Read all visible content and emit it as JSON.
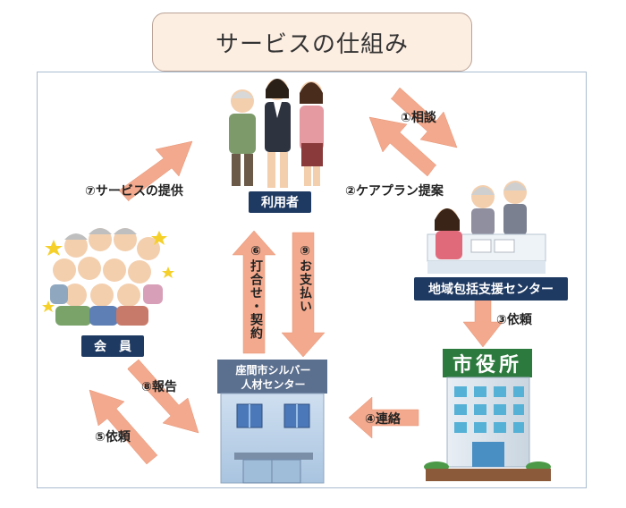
{
  "title": "サービスの仕組み",
  "nodes": {
    "user": "利用者",
    "center": "地域包括支援センター",
    "cityhall": "市役所",
    "member": "会　員",
    "silver_line1": "座間市シルバー",
    "silver_line2": "人材センター"
  },
  "arrows": {
    "a1": "①相談",
    "a2": "②ケアプラン提案",
    "a3": "③依頼",
    "a4": "④連絡",
    "a5": "⑤依頼",
    "a6": "⑥打合せ・契約",
    "a7": "⑦サービスの提供",
    "a8": "⑧報告",
    "a9": "⑨お支払い"
  },
  "colors": {
    "arrow": "#f2a98d",
    "navy": "#1f3a62",
    "frame": "#a9bcd0",
    "title_bg": "#fdeee2"
  }
}
